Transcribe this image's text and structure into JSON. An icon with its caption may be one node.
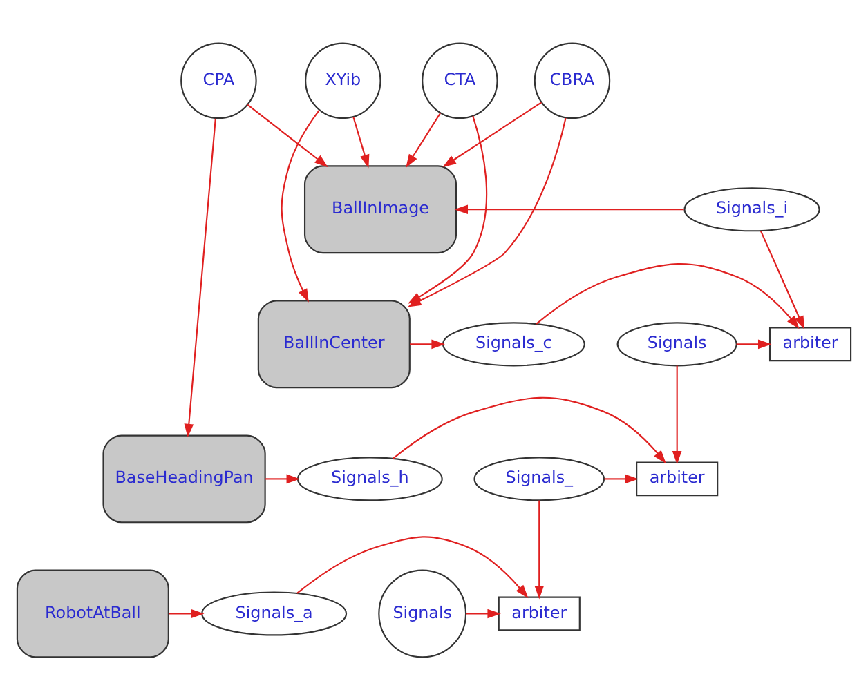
{
  "diagram": {
    "nodes": [
      {
        "text": [
          "CPA"
        ]
      },
      {
        "text": [
          "XYib"
        ]
      },
      {
        "text": [
          "CTA"
        ]
      },
      {
        "text": [
          "CBRA"
        ]
      },
      {
        "text": [
          "BallInImage"
        ]
      },
      {
        "text": [
          "BallInCenter"
        ]
      },
      {
        "text": [
          "BaseHeadingPan"
        ]
      },
      {
        "text": [
          "RobotAtBall"
        ]
      },
      {
        "text": [
          "Signals_i"
        ]
      },
      {
        "text": [
          "Signals_c"
        ]
      },
      {
        "text": [
          "arbiter"
        ]
      },
      {
        "text": [
          "Signals"
        ]
      },
      {
        "text": [
          "Signals_h"
        ]
      },
      {
        "text": [
          "arbiter"
        ]
      },
      {
        "text": [
          "Signals_"
        ]
      },
      {
        "text": [
          "Signals_a"
        ]
      },
      {
        "text": [
          "arbiter"
        ]
      },
      {
        "text": [
          "Signals"
        ]
      }
    ],
    "edges": [
      {
        "from": 0,
        "to": 4,
        "arrow": "to"
      },
      {
        "from": 1,
        "to": 4,
        "arrow": "to"
      },
      {
        "from": 2,
        "to": 4,
        "arrow": "to"
      },
      {
        "from": 3,
        "to": 4,
        "arrow": "to"
      },
      {
        "from": 1,
        "to": 5,
        "arrow": "to"
      },
      {
        "from": 2,
        "to": 5,
        "arrow": "to"
      },
      {
        "from": 3,
        "to": 5,
        "arrow": "to"
      },
      {
        "from": 0,
        "to": 6,
        "arrow": "to"
      },
      {
        "from": 8,
        "to": 4,
        "arrow": "to"
      },
      {
        "from": 8,
        "to": 10,
        "arrow": "to"
      },
      {
        "from": 5,
        "to": 9,
        "arrow": "to"
      },
      {
        "from": 9,
        "to": 10,
        "arrow": "to"
      },
      {
        "from": 11,
        "to": 10,
        "arrow": "to"
      },
      {
        "from": 11,
        "to": 13,
        "arrow": "to"
      },
      {
        "from": 6,
        "to": 12,
        "arrow": "to"
      },
      {
        "from": 12,
        "to": 13,
        "arrow": "to"
      },
      {
        "from": 14,
        "to": 13,
        "arrow": "to"
      },
      {
        "from": 14,
        "to": 16,
        "arrow": "to"
      },
      {
        "from": 7,
        "to": 15,
        "arrow": "to"
      },
      {
        "from": 15,
        "to": 16,
        "arrow": "to"
      },
      {
        "from": 17,
        "to": 16,
        "arrow": "to"
      }
    ]
  }
}
